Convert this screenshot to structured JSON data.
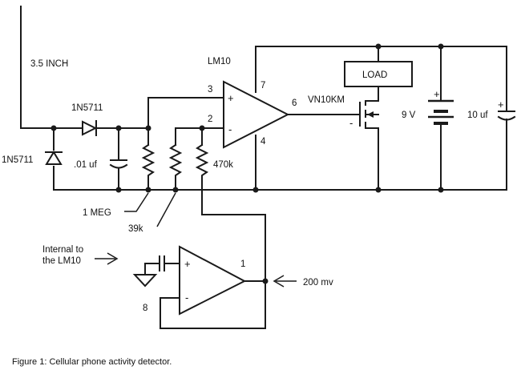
{
  "labels": {
    "antenna": "3.5 INCH",
    "diode_top": "1N5711",
    "diode_left": "1N5711",
    "cap_small": ".01 uf",
    "ic": "LM10",
    "pin3": "3",
    "pin2": "2",
    "pin7": "7",
    "pin6": "6",
    "pin4": "4",
    "mosfet": "VN10KM",
    "load": "LOAD",
    "battery": "9 V",
    "cap_big": "10 uf",
    "r470k": "470k",
    "r1meg": "1 MEG",
    "r39k": "39k",
    "internal_line1": "Internal to",
    "internal_line2": "the LM10",
    "pin1": "1",
    "pin8": "8",
    "ref_voltage": "200 mv",
    "plus": "+",
    "minus": "-"
  },
  "caption": "Figure 1: Cellular phone activity detector."
}
